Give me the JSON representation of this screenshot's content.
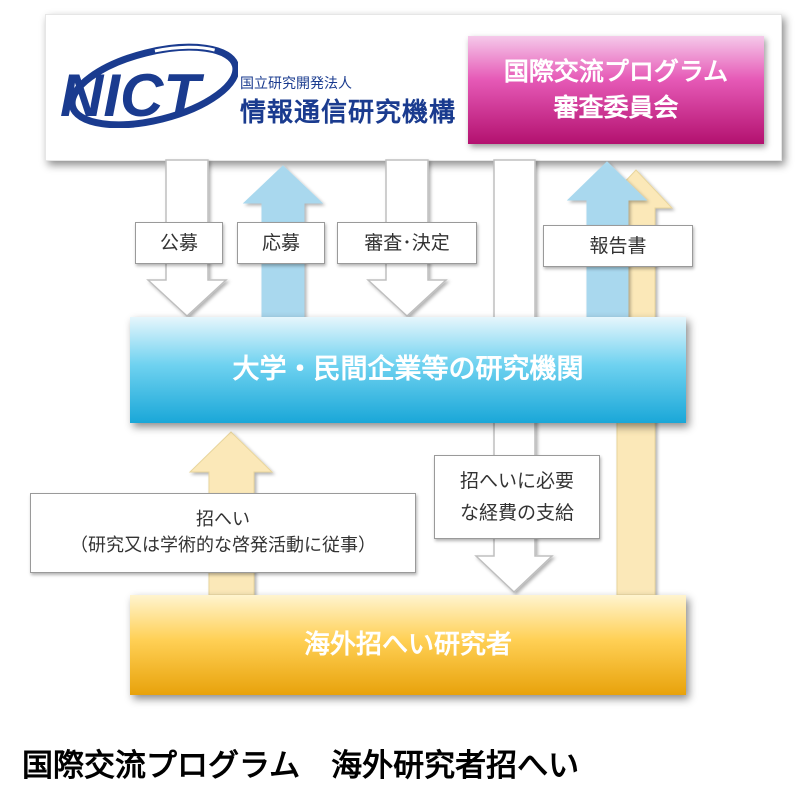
{
  "organization": {
    "logo_text": "NICT",
    "name_small": "国立研究開発法人",
    "name_large": "情報通信研究機構"
  },
  "committee": {
    "line1": "国際交流プログラム",
    "line2": "審査委員会"
  },
  "institution": {
    "label": "大学・民間企業等の研究機関"
  },
  "researcher": {
    "label": "海外招へい研究者"
  },
  "arrows": {
    "koubo": "公募",
    "oubo": "応募",
    "shinsa": "審査･決定",
    "report": "報告書",
    "invite_line1": "招へい",
    "invite_line2": "（研究又は学術的な啓発活動に従事）",
    "support_line1": "招へいに必要",
    "support_line2": "な経費の支給"
  },
  "colors": {
    "down_arrow": "#ffffff",
    "up_arrow_blue": "#a9d8ee",
    "up_arrow_yellow": "#fbe8b8",
    "committee": "#d62f9a",
    "institution": "#39b8e3",
    "researcher": "#f6bb2c",
    "logo": "#1a3b8f"
  },
  "caption": "国際交流プログラム　海外研究者招へい"
}
